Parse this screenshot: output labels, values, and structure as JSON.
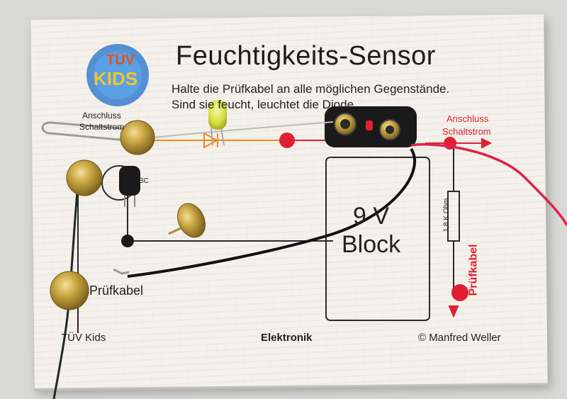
{
  "card": {
    "title": "Feuchtigkeits-Sensor",
    "instruction_line1": "Halte die Prüfkabel an alle möglichen Gegenstände.",
    "instruction_line2": "Sind sie feucht, leuchtet die Diode.",
    "logo_text_top": "TÜV",
    "logo_text_bottom": "KIDS",
    "label_anschluss_left_1": "Anschluss",
    "label_anschluss_left_2": "Schaltstrom",
    "label_anschluss_right_1": "Anschluss",
    "label_anschluss_right_2": "Schaltstrom",
    "battery_line1": "9 V",
    "battery_line2": "Block",
    "resistor_label": "1,8 K Ohm",
    "pruefkabel_left": "Prüfkabel",
    "pruefkabel_right": "Prüfkabel",
    "transistor_label": "BC",
    "footer_left": "TÜV Kids",
    "footer_center": "Elektronik",
    "footer_right": "© Manfred Weller"
  },
  "colors": {
    "red_accent": "#e02030",
    "orange_trace": "#f08a1a",
    "brass": "#c9a640",
    "led_yellow": "#d8e040"
  }
}
